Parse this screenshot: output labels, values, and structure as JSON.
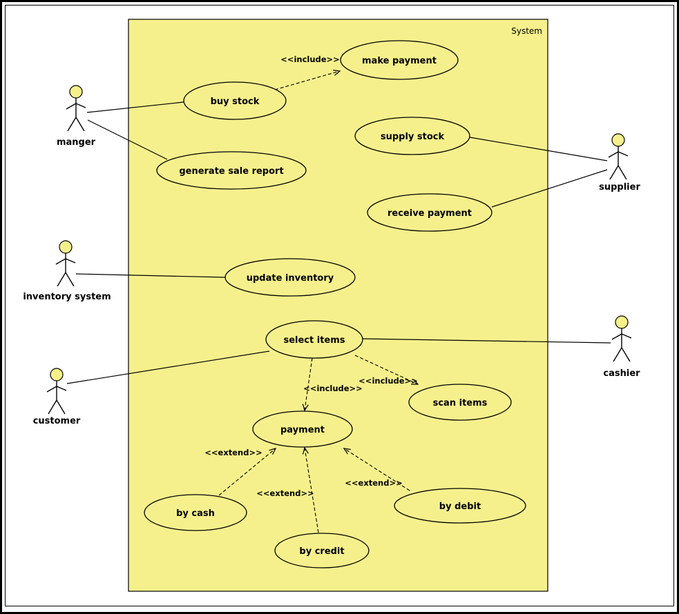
{
  "diagram": {
    "system_label": "System",
    "colors": {
      "system_fill": "#f6f08c",
      "shape_fill": "#f6f08c",
      "stroke": "#000000",
      "background": "#ffffff"
    },
    "actors": [
      {
        "name": "manger"
      },
      {
        "name": "supplier"
      },
      {
        "name": "inventory system"
      },
      {
        "name": "cashier"
      },
      {
        "name": "customer"
      }
    ],
    "use_cases": [
      {
        "label": "make payment"
      },
      {
        "label": "buy stock"
      },
      {
        "label": "supply stock"
      },
      {
        "label": "generate sale report"
      },
      {
        "label": "receive payment"
      },
      {
        "label": "update inventory"
      },
      {
        "label": "select items"
      },
      {
        "label": "scan items"
      },
      {
        "label": "payment"
      },
      {
        "label": "by cash"
      },
      {
        "label": "by credit"
      },
      {
        "label": "by debit"
      }
    ],
    "connector_labels": [
      {
        "label": "<<include>>"
      },
      {
        "label": "<<include>>"
      },
      {
        "label": "<<include>>"
      },
      {
        "label": "<<extend>>"
      },
      {
        "label": "<<extend>>"
      },
      {
        "label": "<<extend>>"
      }
    ]
  }
}
